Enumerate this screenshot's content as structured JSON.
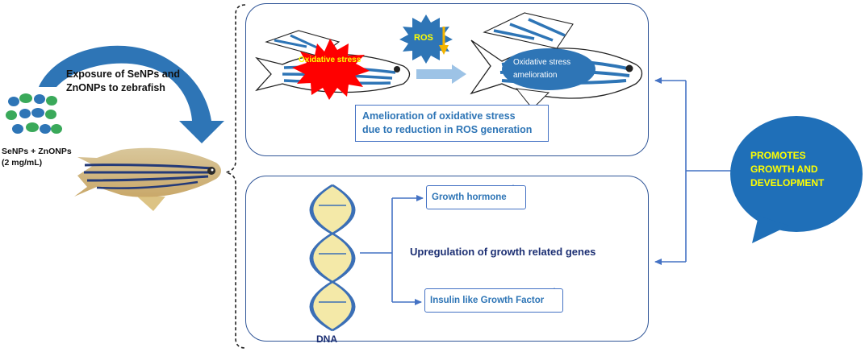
{
  "exposure": {
    "label": "Exposure of SeNPs and ZnONPs to zebrafish",
    "dose_line1": "SeNPs + ZnONPs",
    "dose_line2": "(2 mg/mL)"
  },
  "top_panel": {
    "stress_label": "Oxidative stress",
    "ros_label": "ROS",
    "amelioration_label": "Oxidative stress amelioration",
    "caption_line1": "Amelioration of oxidative stress",
    "caption_line2": "due to reduction in ROS generation"
  },
  "bottom_panel": {
    "growth_hormone": "Growth hormone",
    "igf": "Insulin like Growth Factor",
    "upregulation": "Upregulation of growth related genes",
    "dna_label": "DNA"
  },
  "outcome": {
    "line1": "PROMOTES",
    "line2": "GROWTH AND",
    "line3": "DEVELOPMENT"
  },
  "colors": {
    "panel_border": "#2f5597",
    "arrow_blue": "#4472c4",
    "curved_arrow": "#2e75b6",
    "bubble": "#1f6fb8",
    "bubble_text": "#ffff00",
    "ros_burst": "#2e75b6",
    "stress_burst": "#ff0000",
    "stress_text": "#ffff00",
    "dna_fill": "#f4e9a8",
    "dna_strand": "#3b6fb6",
    "nanoparticle_blue": "#2e75b6",
    "nanoparticle_green": "#3aa95a"
  }
}
